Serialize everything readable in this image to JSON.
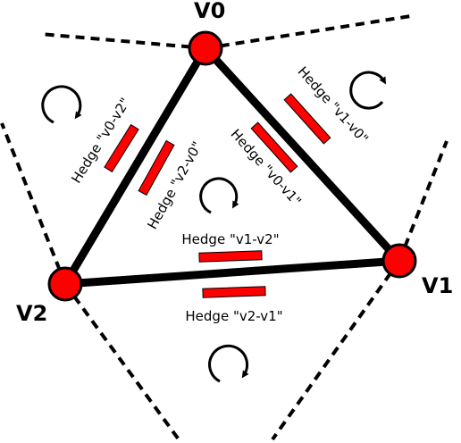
{
  "vertices": [
    {
      "id": "v0",
      "label": "V0"
    },
    {
      "id": "v1",
      "label": "V1"
    },
    {
      "id": "v2",
      "label": "V2"
    }
  ],
  "half_edges": [
    {
      "id": "v0-v2",
      "label": "Hedge \"v0-v2\""
    },
    {
      "id": "v2-v0",
      "label": "Hedge \"v2-v0\""
    },
    {
      "id": "v0-v1",
      "label": "Hedge \"v0-v1\""
    },
    {
      "id": "v1-v0",
      "label": "Hedge \"v1-v0\""
    },
    {
      "id": "v1-v2",
      "label": "Hedge \"v1-v2\""
    },
    {
      "id": "v2-v1",
      "label": "Hedge \"v2-v1\""
    }
  ],
  "colors": {
    "vertex_fill": "#ff0000",
    "hedge_fill": "#ff0000",
    "stroke": "#000000"
  }
}
